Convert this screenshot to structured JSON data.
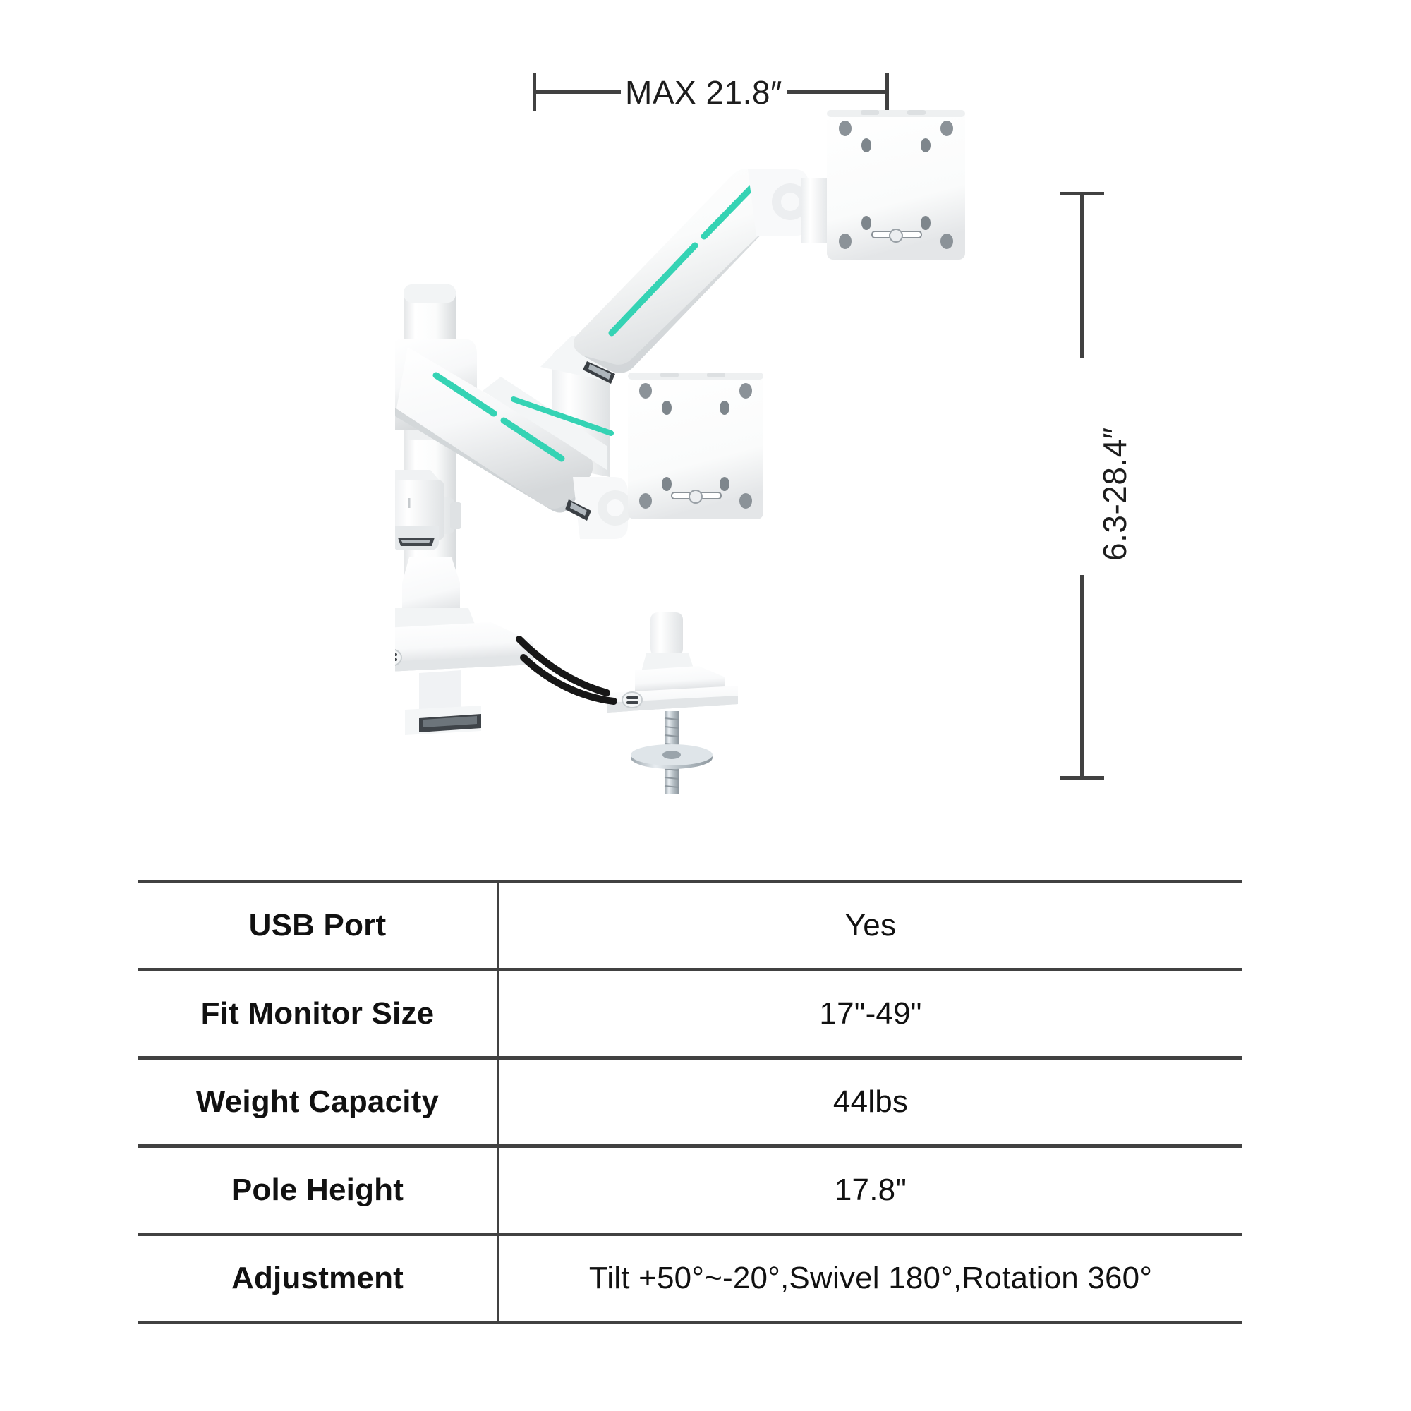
{
  "page": {
    "background_color": "#ffffff",
    "line_color": "#414141",
    "accent_color": "#35d3b4",
    "product_color": "#ffffff",
    "cable_color": "#171717"
  },
  "dimensions": {
    "horizontal": {
      "label": "MAX 21.8″",
      "name": "max-extension"
    },
    "vertical": {
      "label": "6.3-28.4″",
      "name": "height-range"
    }
  },
  "illustration": {
    "title": "white dual monitor gas spring desk mount arm",
    "parts": [
      "upper-arm",
      "lower-arm",
      "vesa-plate-upper",
      "vesa-plate-lower",
      "center-pole",
      "c-clamp-base",
      "grommet-base",
      "usb-cable-a",
      "usb-cable-b"
    ]
  },
  "spec_table": {
    "rows": [
      {
        "key": "USB Port",
        "value": "Yes"
      },
      {
        "key": "Fit Monitor Size",
        "value": "17\"-49\""
      },
      {
        "key": "Weight Capacity",
        "value": "44lbs"
      },
      {
        "key": "Pole Height",
        "value": "17.8\""
      },
      {
        "key": "Adjustment",
        "value": "Tilt +50°~-20°,Swivel 180°,Rotation 360°"
      }
    ]
  }
}
